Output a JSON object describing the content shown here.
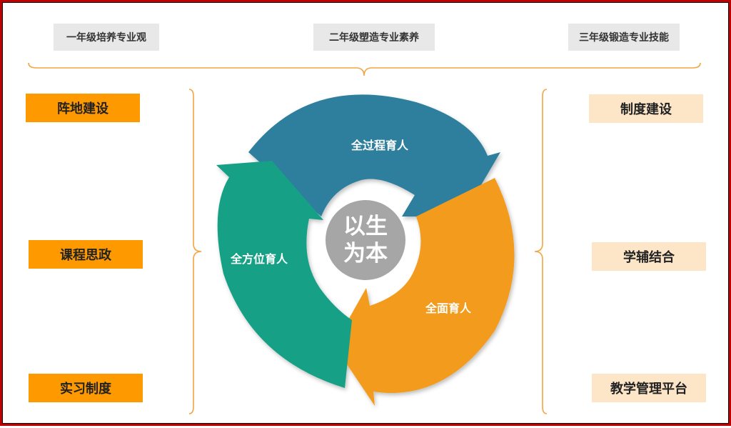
{
  "grades": [
    {
      "label": "一年级培养专业观"
    },
    {
      "label": "二年级塑造专业素养"
    },
    {
      "label": "三年级锻造专业技能"
    }
  ],
  "left_items": [
    {
      "label": "阵地建设"
    },
    {
      "label": "课程思政"
    },
    {
      "label": "实习制度"
    }
  ],
  "right_items": [
    {
      "label": "制度建设"
    },
    {
      "label": "学辅结合"
    },
    {
      "label": "教学管理平台"
    }
  ],
  "cycle": {
    "segments": [
      {
        "label": "全过程育人",
        "color": "#2e7f9e"
      },
      {
        "label": "全面育人",
        "color": "#f29b1d"
      },
      {
        "label": "全方位育人",
        "color": "#16a085"
      }
    ],
    "center_line1": "以生",
    "center_line2": "为本",
    "center_color": "#a6a6a6"
  },
  "colors": {
    "frame_border": "#c00000",
    "bracket": "#f2a541",
    "left_box": "#ff9900",
    "right_box": "#fde6c8",
    "grade_box": "#e8e8e8"
  }
}
